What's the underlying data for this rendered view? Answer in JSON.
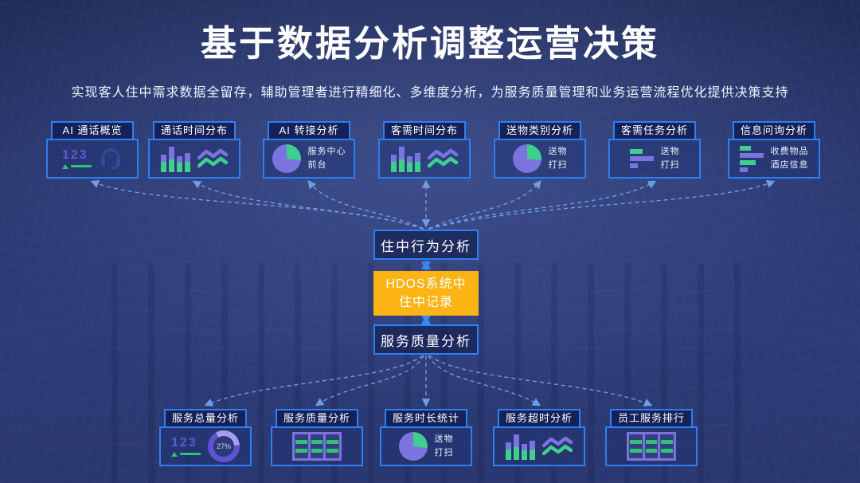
{
  "slide": {
    "title": "基于数据分析调整运营决策",
    "subtitle": "实现客人住中需求数据全留存，辅助管理者进行精细化、多维度分析，为服务质量管理和业务运营流程优化提供决策支持"
  },
  "colors": {
    "accent_blue": "#2e7ff0",
    "highlight_yellow": "#fcb415",
    "chart_purple": "#7b74de",
    "chart_green": "#3fcf8c",
    "arrow_blue": "#6f9be8",
    "background_navy": "#2a3870"
  },
  "top_cards": [
    {
      "title": "AI 通话概览",
      "icon": "counter-headset-icon",
      "metric": "123"
    },
    {
      "title": "通话时间分布",
      "icon": "bar-chart-and-trend-lines-icon"
    },
    {
      "title": "AI 转接分析",
      "icon": "pie-chart-icon",
      "labels": [
        "服务中心",
        "前台"
      ]
    },
    {
      "title": "客需时间分布",
      "icon": "bar-chart-and-trend-lines-icon"
    },
    {
      "title": "送物类别分析",
      "icon": "pie-chart-icon",
      "labels": [
        "送物",
        "打扫"
      ]
    },
    {
      "title": "客需任务分析",
      "icon": "horizontal-bars-icon",
      "labels": [
        "送物",
        "打扫"
      ]
    },
    {
      "title": "信息问询分析",
      "icon": "horizontal-bars-icon",
      "labels": [
        "收费物品",
        "酒店信息"
      ]
    }
  ],
  "center": {
    "top_box": "住中行为分析",
    "hdos_line1": "HDOS系统中",
    "hdos_line2": "住中记录",
    "bottom_box": "服务质量分析"
  },
  "bottom_cards": [
    {
      "title": "服务总量分析",
      "icon": "counter-donut-icon",
      "metric": "123",
      "donut_value": "27%"
    },
    {
      "title": "服务质量分析",
      "icon": "table-icon"
    },
    {
      "title": "服务时长统计",
      "icon": "pie-chart-icon",
      "labels": [
        "送物",
        "打扫"
      ]
    },
    {
      "title": "服务超时分析",
      "icon": "bar-chart-and-trend-lines-icon"
    },
    {
      "title": "员工服务排行",
      "icon": "table-icon"
    }
  ]
}
